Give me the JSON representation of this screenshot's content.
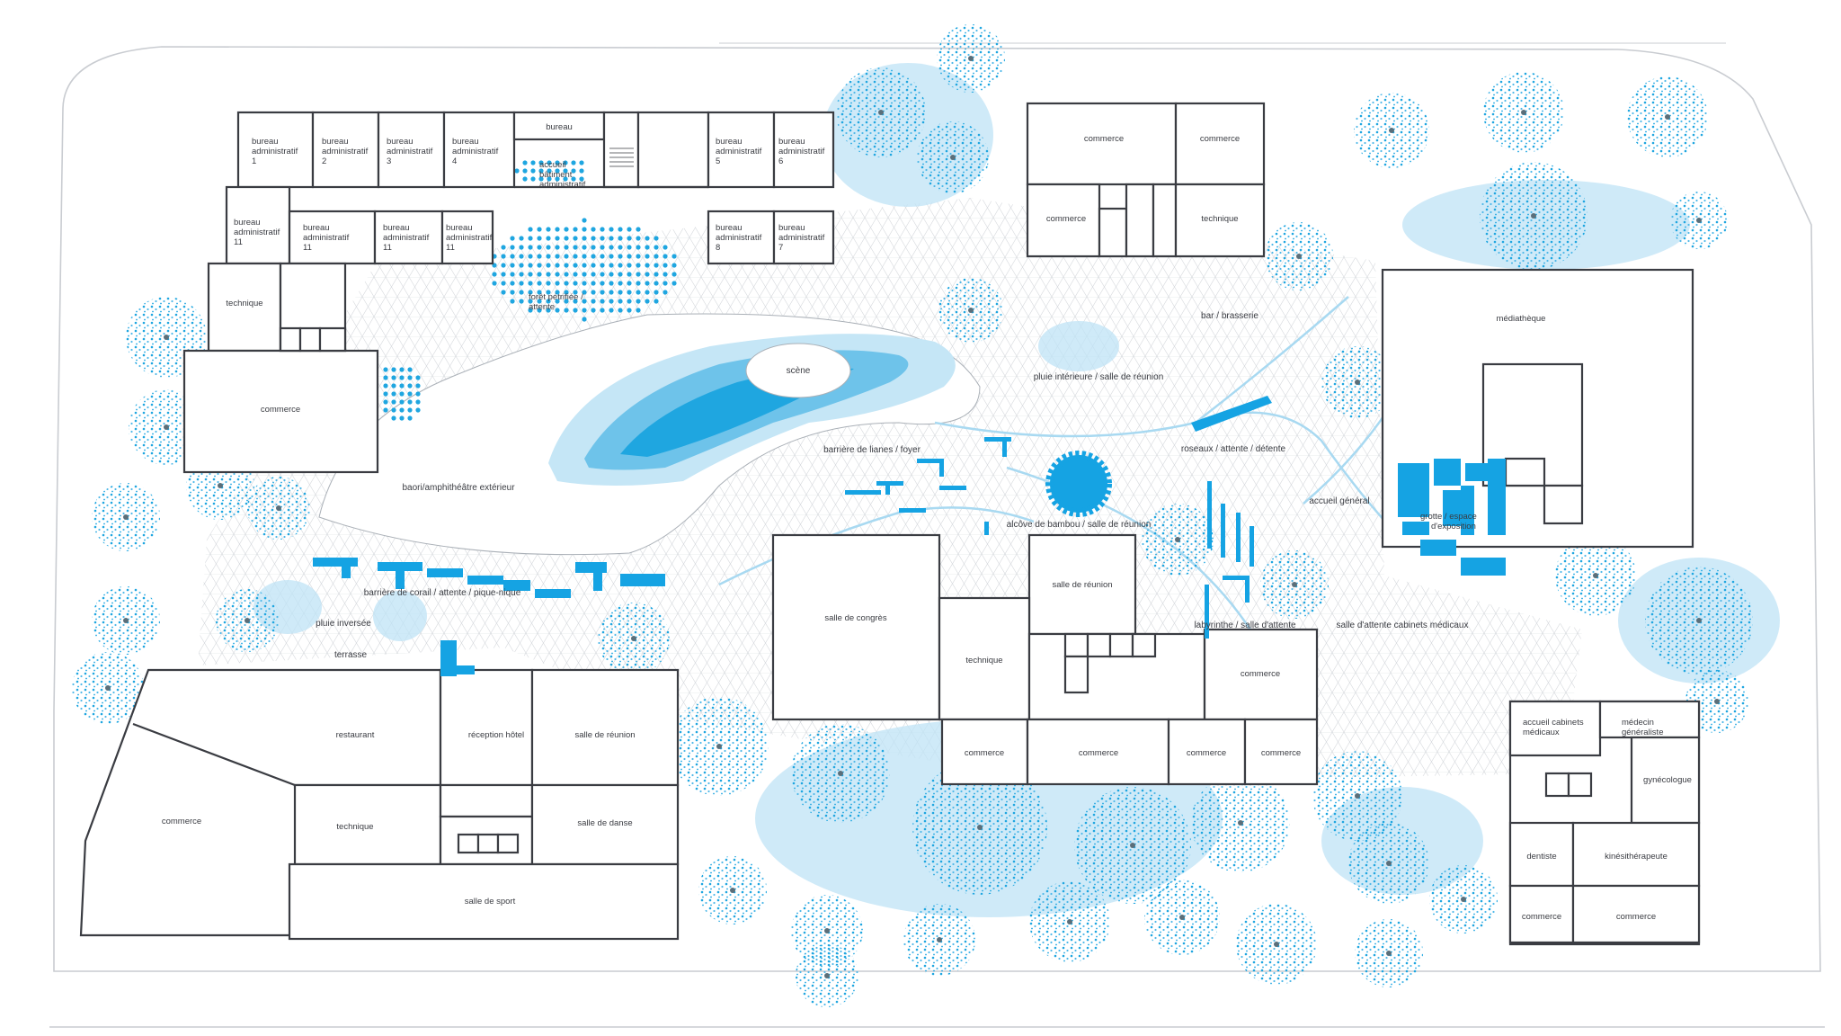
{
  "rooms": {
    "bureau_1": [
      "bureau",
      "administratif",
      "1"
    ],
    "bureau_2": [
      "bureau",
      "administratif",
      "2"
    ],
    "bureau_3": [
      "bureau",
      "administratif",
      "3"
    ],
    "bureau_4": [
      "bureau",
      "administratif",
      "4"
    ],
    "bureau_top": "bureau",
    "bureau_5": [
      "bureau",
      "administratif",
      "5"
    ],
    "bureau_6": [
      "bureau",
      "administratif",
      "6"
    ],
    "bureau_11a": [
      "bureau",
      "administratif",
      "11"
    ],
    "bureau_11b": [
      "bureau",
      "administratif",
      "11"
    ],
    "bureau_11c": [
      "bureau",
      "administratif",
      "11"
    ],
    "bureau_11d": [
      "bureau",
      "administratif",
      "11"
    ],
    "bureau_8": [
      "bureau",
      "administratif",
      "8"
    ],
    "bureau_7": [
      "bureau",
      "administratif",
      "7"
    ],
    "accueil_admin": [
      "accueil",
      "bâtiment",
      "administratif"
    ],
    "technique_w": "technique",
    "commerce_w": "commerce",
    "commerce_ne1": "commerce",
    "commerce_ne2": "commerce",
    "commerce_ne3": "commerce",
    "technique_ne": "technique",
    "mediatheque": "médiathèque",
    "salle_congres": "salle de congrès",
    "salle_reunion_c": "salle de réunion",
    "technique_c": "technique",
    "commerce_c1": "commerce",
    "commerce_c2": "commerce",
    "commerce_c3": "commerce",
    "commerce_c4": "commerce",
    "commerce_c5": "commerce",
    "restaurant": "restaurant",
    "reception_hotel": "réception hôtel",
    "salle_reunion_s": "salle de réunion",
    "commerce_sw": "commerce",
    "technique_s": "technique",
    "salle_danse": "salle de danse",
    "salle_sport": "salle de sport",
    "accueil_cab": [
      "accueil cabinets",
      "médicaux"
    ],
    "medecin": [
      "médecin",
      "généraliste"
    ],
    "gynecologue": "gynécologue",
    "dentiste": "dentiste",
    "kine": "kinésithérapeute",
    "commerce_se1": "commerce",
    "commerce_se2": "commerce"
  },
  "zones": {
    "foret": [
      "forêt pétrifiée /",
      "attente"
    ],
    "scene": "scène",
    "baori": "baori/amphithéâtre extérieur",
    "bar": "bar / brasserie",
    "pluie_int": "pluie intérieure / salle de réunion",
    "roseaux": "roseaux / attente / détente",
    "lianes": "barrière de lianes / foyer",
    "bambou": "alcôve de bambou / salle de réunion",
    "accueil_general": "accueil général",
    "grotte": [
      "grotte / espace",
      "d'exposition"
    ],
    "corail": "barrière de corail / attente / pique-nique",
    "pluie_inv": "pluie inversée",
    "terrasse": "terrasse",
    "labyrinthe": "labyrinthe / salle d'attente",
    "salle_attente_med": "salle d'attente cabinets médicaux"
  },
  "colors": {
    "wall": "#3a3c42",
    "water_light": "#c5e6f6",
    "water_mid": "#6ec3ea",
    "water_dark": "#1fa6e0",
    "blue_block": "#15a3e3"
  }
}
